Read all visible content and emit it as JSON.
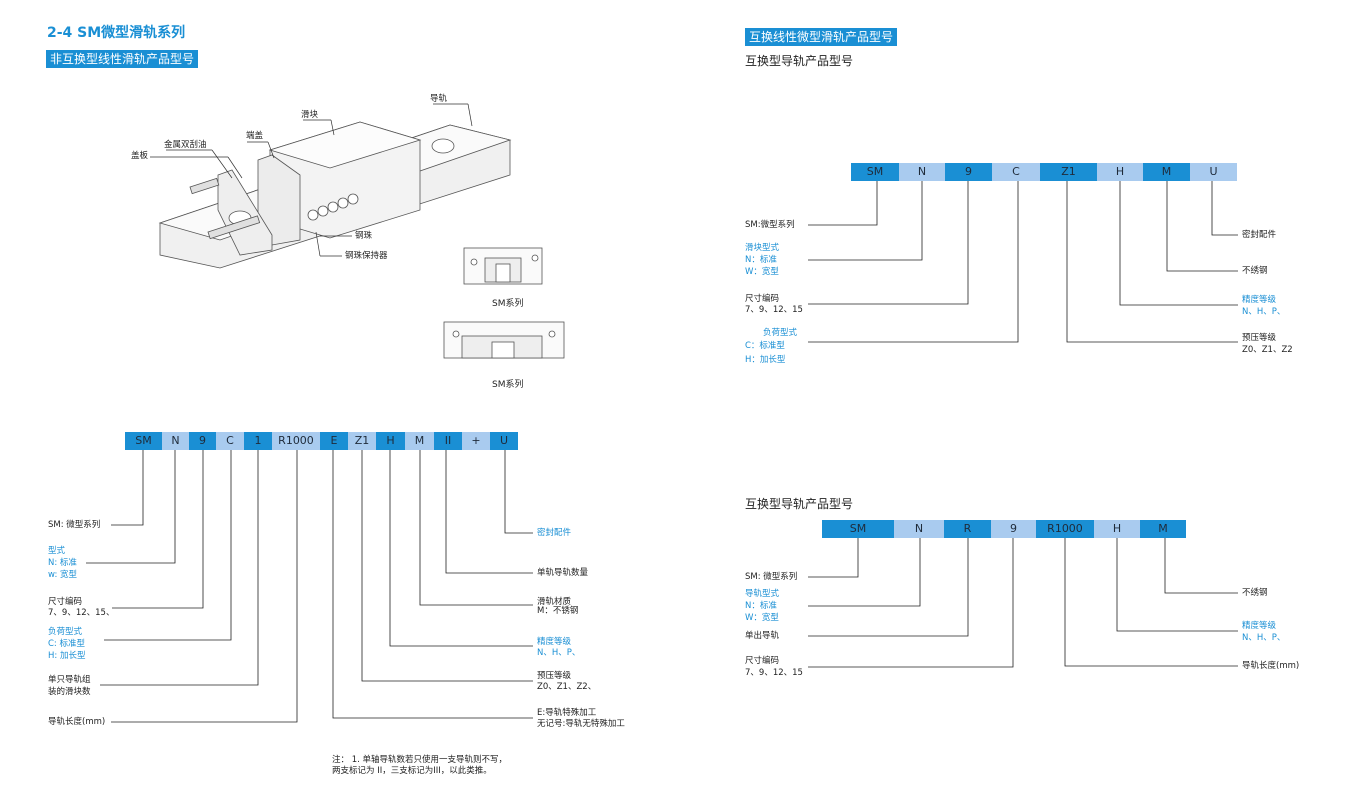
{
  "left": {
    "title": "2-4  SM微型滑轨系列",
    "bar_title": "非互换型线性滑轨产品型号",
    "diagram_labels": {
      "guide_rail": "导轨",
      "slider": "滑块",
      "end_cap": "端盖",
      "metal_scraper": "金属双刮油",
      "cover_plate": "盖板",
      "steel_ball": "钢珠",
      "ball_retainer": "钢珠保持器"
    },
    "series_caption_1": "SM系列",
    "series_caption_2": "SM系列",
    "code": [
      "SM",
      "N",
      "9",
      "C",
      "1",
      "R1000",
      "E",
      "Z1",
      "H",
      "M",
      "II",
      "+",
      "U"
    ],
    "labels": {
      "sm": "SM: 微型系列",
      "type_title": "型式",
      "type_n": "N: 标准",
      "type_w": "w: 宽型",
      "size_title": "尺寸编码",
      "size_vals": "7、9、12、15、",
      "load_title": "负荷型式",
      "load_c": "C: 标准型",
      "load_h": "H: 加长型",
      "count_1": "单只导轨组",
      "count_2": "装的滑块数",
      "length": "导轨长度(mm)",
      "seal": "密封配件",
      "rail_qty": "单轨导轨数量",
      "material_1": "滑轨材质",
      "material_2": "M：不锈钢",
      "precision_title": "精度等级",
      "precision_vals": "N、H、P、",
      "preload_title": "预压等级",
      "preload_vals": "Z0、Z1、Z2、",
      "special_1": "E:导轨特殊加工",
      "special_2": "无记号:导轨无特殊加工"
    },
    "note_1": "注：  1. 单轴导轨数若只使用一支导轨则不写，",
    "note_2": "两支标记为 II，三支标记为III，以此类推。"
  },
  "right": {
    "bar_title": "互换线性微型滑轨产品型号",
    "sub1": "互换型导轨产品型号",
    "code1": [
      "SM",
      "N",
      "9",
      "C",
      "Z1",
      "H",
      "M",
      "U"
    ],
    "labels1": {
      "sm": "SM:微型系列",
      "type_title": "滑块型式",
      "type_n": "N：标准",
      "type_w": "W：宽型",
      "size_title": "尺寸编码",
      "size_vals": "7、9、12、15",
      "load_title": "负荷型式",
      "load_c": "C：标准型",
      "load_h": "H：加长型",
      "seal": "密封配件",
      "stainless": "不绣钢",
      "precision_title": "精度等级",
      "precision_vals": "N、H、P、",
      "preload_title": "预压等级",
      "preload_vals": "Z0、Z1、Z2"
    },
    "sub2": "互换型导轨产品型号",
    "code2": [
      "SM",
      "N",
      "R",
      "9",
      "R1000",
      "H",
      "M"
    ],
    "labels2": {
      "sm": "SM: 微型系列",
      "type_title": "导轨型式",
      "type_n": "N：标准",
      "type_w": "W：宽型",
      "single": "单出导轨",
      "size_title": "尺寸编码",
      "size_vals": "7、9、12、15",
      "stainless": "不绣钢",
      "precision_title": "精度等级",
      "precision_vals": "N、H、P、",
      "length": "导轨长度(mm)"
    }
  },
  "colors": {
    "accent": "#1a8fd4",
    "light_cell": "#a9cbef",
    "line": "#222222"
  }
}
